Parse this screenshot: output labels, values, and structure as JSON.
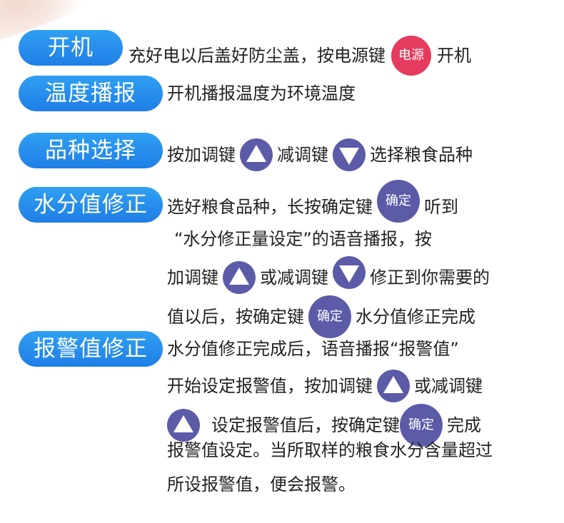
{
  "colors": {
    "pill": "#1f7fe6",
    "button": "#5c5ba8",
    "power": "#e53b5e"
  },
  "sections": {
    "power_on": {
      "label": "开机",
      "text1": "充好电以后盖好防尘盖，按电源键",
      "key": "电源",
      "text2": "开机"
    },
    "temp_report": {
      "label": "温度播报",
      "text1": "开机播报温度为环境温度"
    },
    "variety": {
      "label": "品种选择",
      "text1": "按加调键",
      "text2": "减调键",
      "text3": "选择粮食品种",
      "icons": [
        "triangle-up-icon",
        "triangle-down-icon"
      ]
    },
    "moisture": {
      "label": "水分值修正",
      "l1a": "选好粮食品种，长按确定键",
      "key": "确定",
      "l1b": "听到",
      "l2": "“水分修正量设定”的语音播报，按",
      "l3a": "加调键",
      "l3b": "或减调键",
      "l3c": "修正到你需要的",
      "l4a": "值以后，按确定键",
      "l4b": "水分值修正完成"
    },
    "alarm": {
      "label": "报警值修正",
      "l1": "水分值修正完成后，语音播报“报警值”",
      "l2a": "开始设定报警值，按加调键",
      "l2b": "或减调键",
      "l3a": "设定报警值后，按确定键",
      "key": "确定",
      "l3b": "完成",
      "l4": "报警值设定。当所取样的粮食水分含量超过",
      "l5": "所设报警值，便会报警。"
    }
  }
}
